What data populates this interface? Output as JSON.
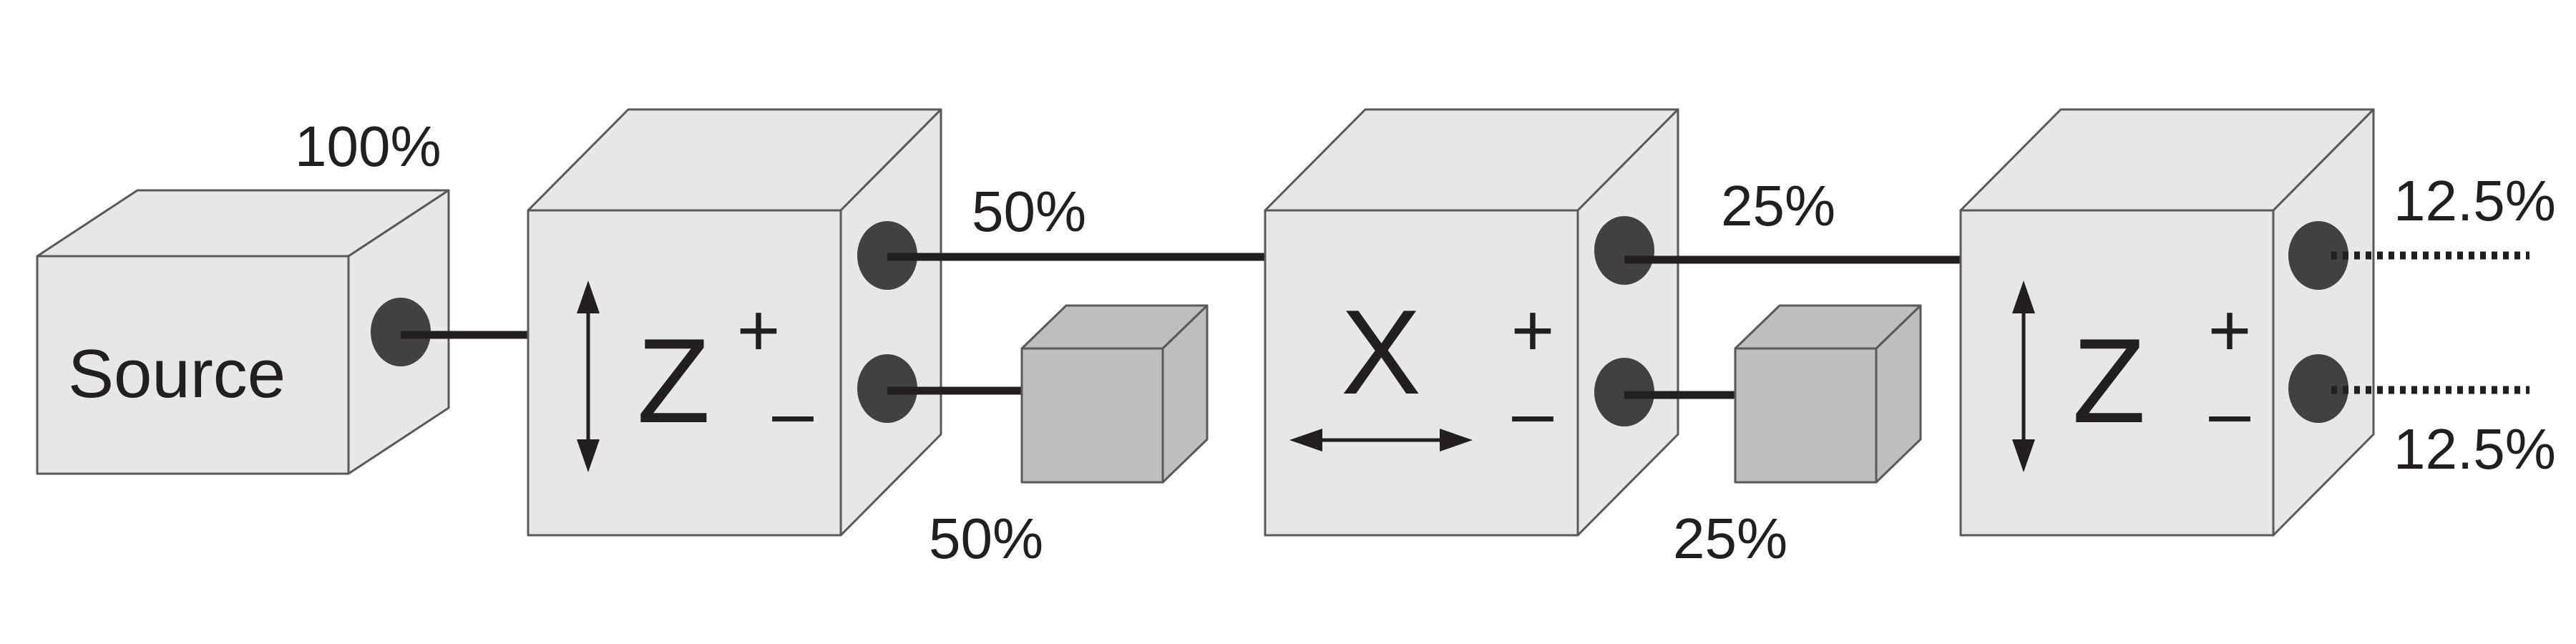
{
  "source": {
    "label": "Source",
    "output": "100%"
  },
  "stages": [
    {
      "axis": "Z",
      "plus": "+",
      "minus": "–",
      "out_plus": "50%",
      "out_minus": "50%"
    },
    {
      "axis": "X",
      "plus": "+",
      "minus": "–",
      "out_plus": "25%",
      "out_minus": "25%"
    },
    {
      "axis": "Z",
      "plus": "+",
      "minus": "–",
      "out_plus": "12.5%",
      "out_minus": "12.5%"
    }
  ],
  "colors": {
    "cube_face": "#e6e7e8",
    "blocker": "#bcbec0",
    "outline": "#58595b",
    "port": "#414042",
    "wire": "#231f20"
  }
}
